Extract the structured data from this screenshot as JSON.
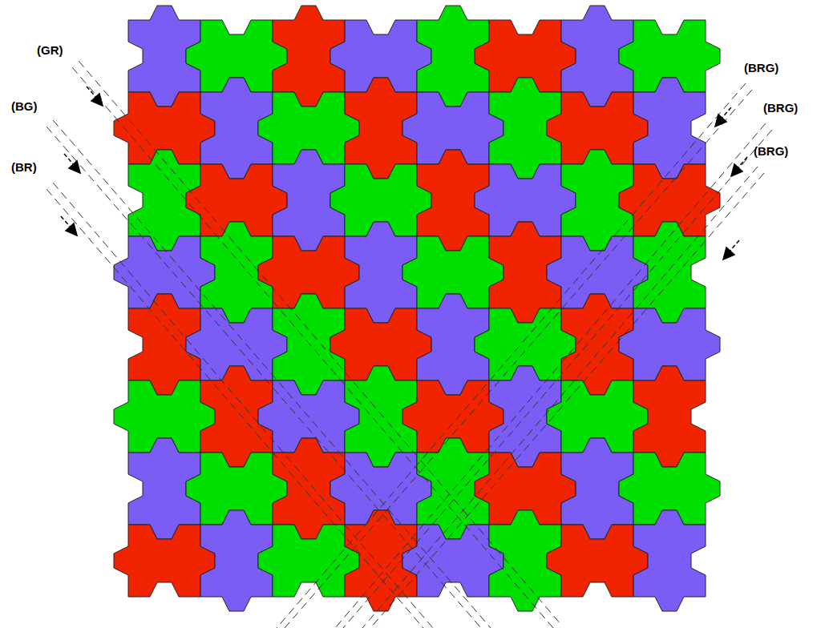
{
  "diagram": {
    "labels": [
      "(GR)",
      "(BG)",
      "(BR)",
      "(BRG)",
      "(BRG)",
      "(BRG)"
    ]
  }
}
